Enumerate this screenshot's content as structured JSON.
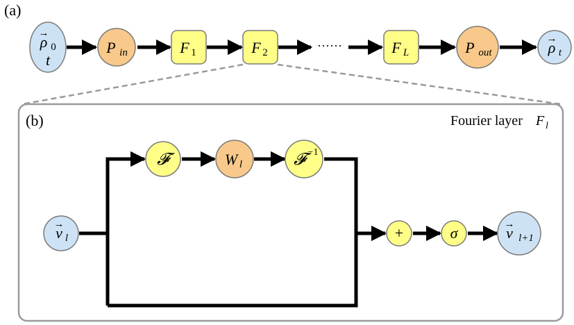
{
  "panel_a": {
    "tag": "(a)",
    "nodes": {
      "input": {
        "line1": "ρ",
        "line1_sub": "0",
        "line2": "t"
      },
      "p_in": {
        "main": "P",
        "sub": "in"
      },
      "f1": {
        "main": "F",
        "sub": "1"
      },
      "f2": {
        "main": "F",
        "sub": "2"
      },
      "ellipsis": "······",
      "fl": {
        "main": "F",
        "sub": "L"
      },
      "p_out": {
        "main": "P",
        "sub": "out"
      },
      "output": {
        "main": "ρ",
        "sub": "t"
      }
    }
  },
  "panel_b": {
    "tag": "(b)",
    "title": {
      "main": "Fourier layer ",
      "var": "F",
      "sub": "l"
    },
    "nodes": {
      "v_in": {
        "main": "v",
        "sub": "l"
      },
      "fourier": {
        "main": "𝓕"
      },
      "w": {
        "main": "W",
        "sub": "l"
      },
      "inv_fourier": {
        "main": "𝓕",
        "sup": "−1"
      },
      "plus": {
        "main": "+"
      },
      "sigma": {
        "main": "σ"
      },
      "v_out": {
        "main": "v",
        "sub": "l+1"
      }
    }
  },
  "colors": {
    "blue_fill": "#cde3f5",
    "orange_fill": "#f8c98a",
    "yellow_fill": "#ffff88",
    "stroke": "#7a7a7a",
    "arrow": "#000000"
  }
}
